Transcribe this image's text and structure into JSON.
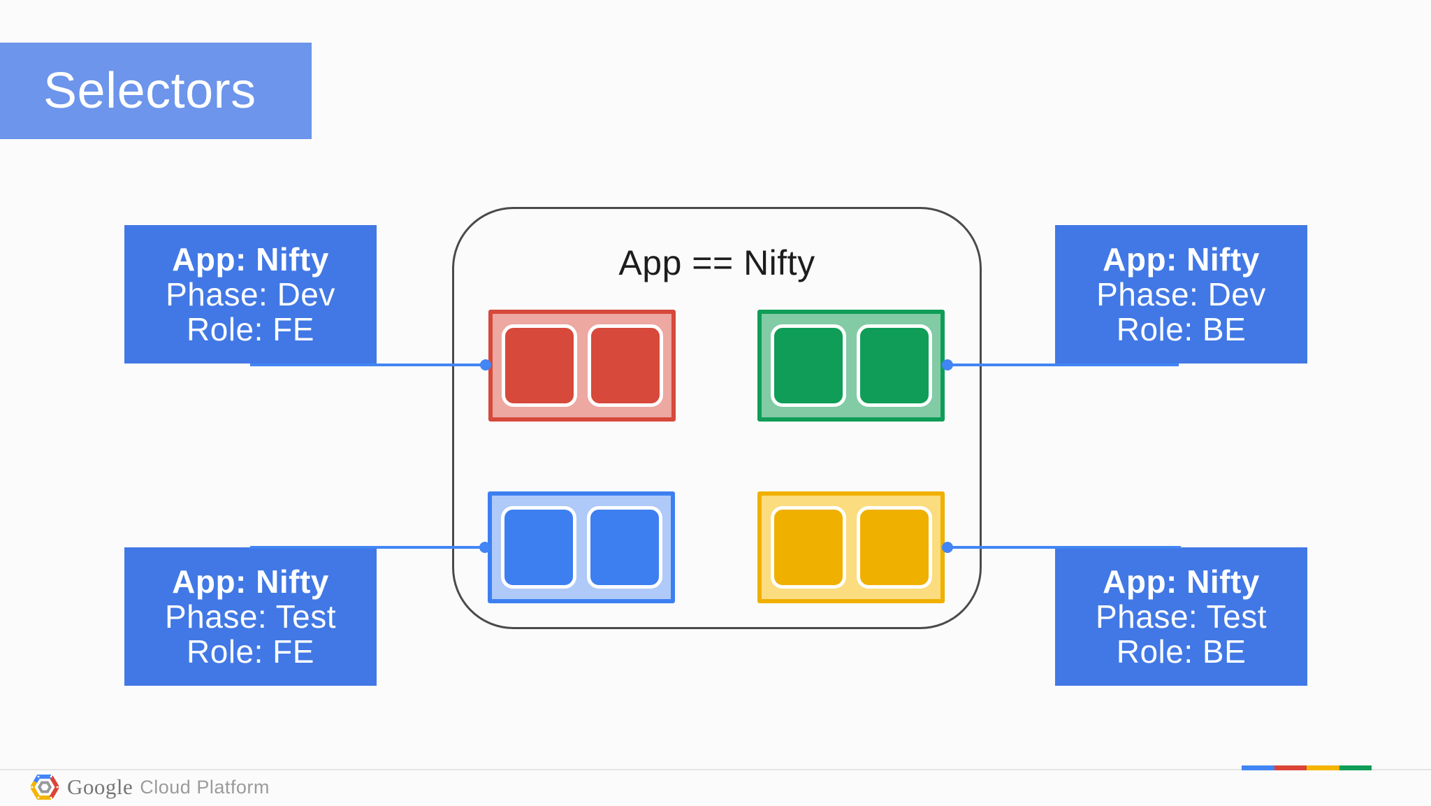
{
  "slide": {
    "title": "Selectors",
    "container_label": "App == Nifty"
  },
  "selectors": [
    {
      "position": "top-left",
      "lines": [
        "App: Nifty",
        "Phase: Dev",
        "Role: FE"
      ]
    },
    {
      "position": "top-right",
      "lines": [
        "App: Nifty",
        "Phase: Dev",
        "Role: BE"
      ]
    },
    {
      "position": "bottom-left",
      "lines": [
        "App: Nifty",
        "Phase: Test",
        "Role: FE"
      ]
    },
    {
      "position": "bottom-right",
      "lines": [
        "App: Nifty",
        "Phase: Test",
        "Role: BE"
      ]
    }
  ],
  "pod_groups": [
    {
      "id": "dev-fe",
      "color": "red",
      "pod_count": 2,
      "selector": "App: Nifty, Phase: Dev, Role: FE"
    },
    {
      "id": "dev-be",
      "color": "green",
      "pod_count": 2,
      "selector": "App: Nifty, Phase: Dev, Role: BE"
    },
    {
      "id": "test-fe",
      "color": "blue",
      "pod_count": 2,
      "selector": "App: Nifty, Phase: Test, Role: FE"
    },
    {
      "id": "test-be",
      "color": "yellow",
      "pod_count": 2,
      "selector": "App: Nifty, Phase: Test, Role: BE"
    }
  ],
  "footer": {
    "brand": "Google",
    "product": "Cloud Platform"
  },
  "colors": {
    "background": "#FBFBFB",
    "title_bg": "#6C95EB",
    "selector_bg": "#4178E5",
    "label_text": "#FFFFFF",
    "connector": "#4285F4",
    "container_border": "#4A4A4A",
    "container_label_text": "#1D1D1D",
    "pods": {
      "red": {
        "main": "#D6493B",
        "fill": "#ECA8A1"
      },
      "green": {
        "main": "#0F9D58",
        "fill": "#82CBA5"
      },
      "blue": {
        "main": "#3D7FF0",
        "fill": "#AFC9F8"
      },
      "yellow": {
        "main": "#F0B000",
        "fill": "#FBDC7E"
      }
    },
    "google_bar": [
      "#4285F4",
      "#DB4437",
      "#F4B400",
      "#0F9D58"
    ],
    "footer_divider": "#E4E4E4",
    "google_text": "#757575",
    "product_text": "#9B9B9B",
    "hex_icon": {
      "blue": "#4285F4",
      "red": "#DB4437",
      "yellow": "#F4B400",
      "gray": "#97999C"
    }
  }
}
